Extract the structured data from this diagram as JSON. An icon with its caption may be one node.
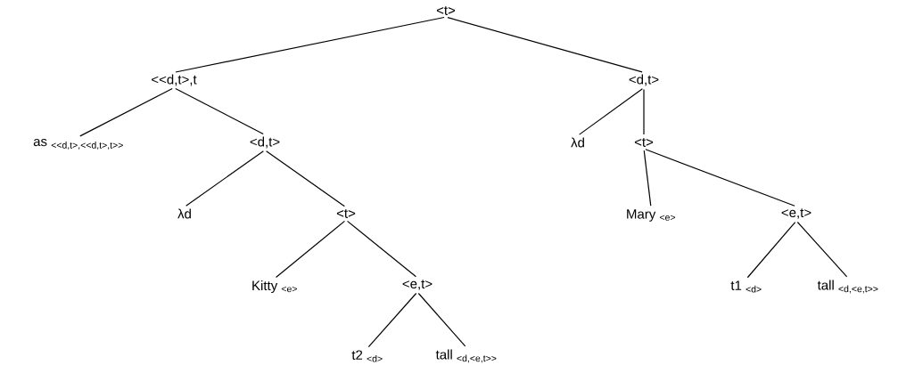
{
  "diagram": {
    "nodes": [
      {
        "text": [
          "<t>"
        ]
      },
      {
        "text": [
          "<<d,t>,t"
        ]
      },
      {
        "text": [
          "<d,t>"
        ]
      },
      {
        "text": [
          "as $_{<<d,t>,<<d,t>,t>>}$"
        ]
      },
      {
        "text": [
          "<d,t>"
        ]
      },
      {
        "text": [
          "λd"
        ]
      },
      {
        "text": [
          "<t>"
        ]
      },
      {
        "text": [
          "λd"
        ]
      },
      {
        "text": [
          "<t>"
        ]
      },
      {
        "text": [
          "Mary $_{<e>}$"
        ]
      },
      {
        "text": [
          "<e,t>"
        ]
      },
      {
        "text": [
          "Kitty $_{<e>}$"
        ]
      },
      {
        "text": [
          "<e,t>"
        ]
      },
      {
        "text": [
          "t1 $_{<d>}$"
        ]
      },
      {
        "text": [
          "tall $_{<d,<e,t>>}$"
        ]
      },
      {
        "text": [
          "t2 $_{<d>}$"
        ]
      },
      {
        "text": [
          "tall $_{<d,<e,t>>}$"
        ]
      }
    ],
    "edges": [
      {
        "from": 0,
        "to": 1,
        "arrow": "none"
      },
      {
        "from": 0,
        "to": 2,
        "arrow": "none"
      },
      {
        "from": 1,
        "to": 3,
        "arrow": "none"
      },
      {
        "from": 1,
        "to": 4,
        "arrow": "none"
      },
      {
        "from": 2,
        "to": 5,
        "arrow": "none"
      },
      {
        "from": 2,
        "to": 6,
        "arrow": "none"
      },
      {
        "from": 4,
        "to": 7,
        "arrow": "none"
      },
      {
        "from": 4,
        "to": 8,
        "arrow": "none"
      },
      {
        "from": 6,
        "to": 9,
        "arrow": "none"
      },
      {
        "from": 6,
        "to": 10,
        "arrow": "none"
      },
      {
        "from": 8,
        "to": 11,
        "arrow": "none"
      },
      {
        "from": 8,
        "to": 12,
        "arrow": "none"
      },
      {
        "from": 10,
        "to": 13,
        "arrow": "none"
      },
      {
        "from": 10,
        "to": 14,
        "arrow": "none"
      },
      {
        "from": 12,
        "to": 15,
        "arrow": "none"
      },
      {
        "from": 12,
        "to": 16,
        "arrow": "none"
      }
    ]
  }
}
